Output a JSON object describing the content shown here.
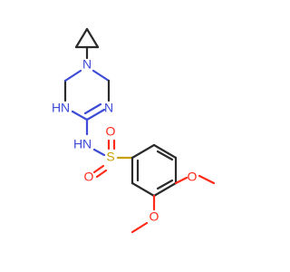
{
  "molecule": {
    "atoms": {
      "n_ring_top": "N",
      "n_ring_right": "N",
      "n_ring_left": "N",
      "h_on_n_left": "H",
      "n_sulfonamide": "N",
      "h_on_n_sulfonamide": "H",
      "s": "S",
      "o_sulfonyl_top": "O",
      "o_sulfonyl_left": "O",
      "o_methoxy_right": "O",
      "o_methoxy_bottom": "O"
    },
    "colors": {
      "carbon": "#2b2b2b",
      "nitrogen": "#3d4bd6",
      "oxygen": "#ff2a1a",
      "sulfur": "#c8a000"
    }
  }
}
